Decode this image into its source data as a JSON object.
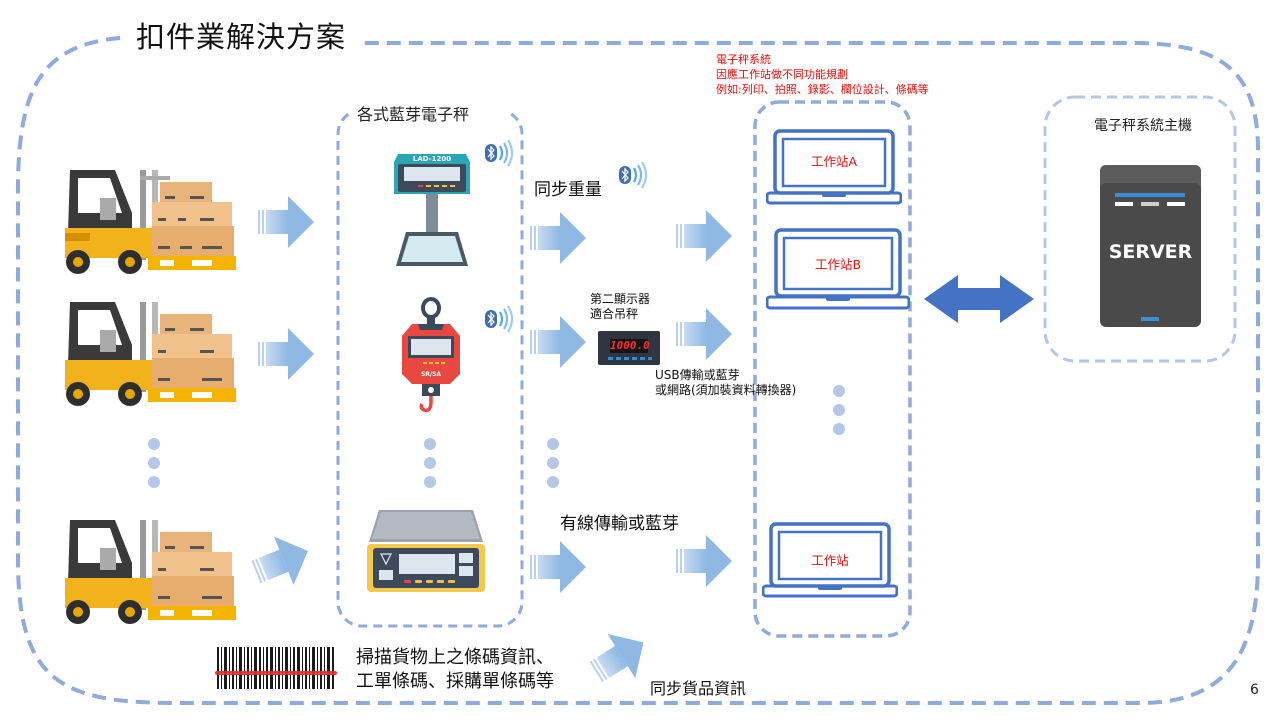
{
  "title": "扣件業解決方案",
  "page_number": "6",
  "colors": {
    "dash_border": "#8faadc",
    "arrow_fill": "#9dc3e6",
    "double_arrow": "#4472c4",
    "laptop_outline": "#4472c4",
    "red_note": "#e01010"
  },
  "scales_group": {
    "label": "各式藍芽電子秤",
    "scales": [
      {
        "name": "platform-scale",
        "model_label": "LAD-1200",
        "connectivity_icon": "bluetooth-icon"
      },
      {
        "name": "crane-scale",
        "model_label": "SR/SA",
        "connectivity_icon": "bluetooth-icon"
      },
      {
        "name": "counting-scale"
      }
    ]
  },
  "transmission": {
    "sync_weight_label": "同步重量",
    "second_display_label_line1": "第二顯示器",
    "second_display_label_line2": "適合吊秤",
    "second_display_readout": "1000.0",
    "usb_note_line1": "USB傳輸或藍芽",
    "usb_note_line2": "或網路(須加裝資料轉換器)",
    "wired_label": "有線傳輸或藍芽"
  },
  "system_note": {
    "line1": "電子秤系統",
    "line2": "因應工作站做不同功能規劃",
    "line3": "例如:列印、拍照、錄影、欄位設計、條碼等"
  },
  "workstations": [
    {
      "label": "工作站A"
    },
    {
      "label": "工作站B"
    },
    {
      "label": "工作站"
    }
  ],
  "server": {
    "group_label": "電子秤系統主機",
    "badge": "SERVER"
  },
  "barcode": {
    "text_line1": "掃描貨物上之條碼資訊、",
    "text_line2": "工單條碼、採購單條碼等",
    "sync_label": "同步貨品資訊"
  }
}
